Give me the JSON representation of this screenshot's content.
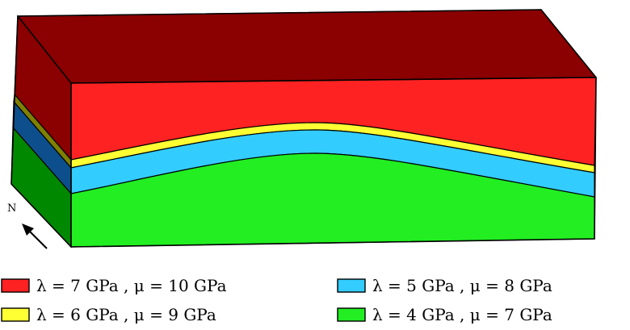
{
  "colors": {
    "top_face": "#8b0000",
    "layer_red": "#ff2222",
    "layer_red_side": "#8b0000",
    "layer_yellow": "#ffff33",
    "layer_yellow_side": "#808000",
    "layer_blue": "#33ccff",
    "layer_blue_side": "#0d4f8c",
    "layer_green": "#22ee22",
    "layer_green_side": "#008800",
    "outline": "#000000"
  },
  "compass": {
    "label": "N",
    "icon": "north-arrow-icon"
  },
  "legend": [
    {
      "id": "red",
      "text": "λ = 7 GPa , μ = 10 GPa",
      "color": "#ff2222"
    },
    {
      "id": "blue",
      "text": "λ = 5 GPa , μ = 8 GPa",
      "color": "#33ccff"
    },
    {
      "id": "yellow",
      "text": "λ = 6 GPa , μ = 9 GPa",
      "color": "#ffff33"
    },
    {
      "id": "green",
      "text": "λ = 4 GPa , μ = 7 GPa",
      "color": "#22ee22"
    }
  ]
}
